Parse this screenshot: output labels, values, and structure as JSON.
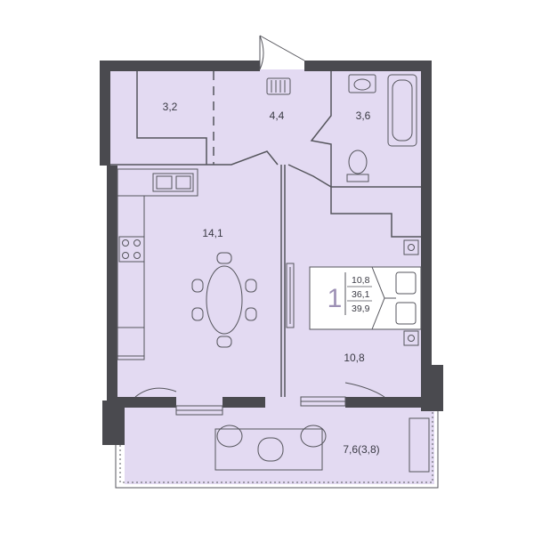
{
  "rooms": {
    "storage": "3,2",
    "hall": "4,4",
    "bathroom": "3,6",
    "kitchen_living": "14,1",
    "bedroom": "10,8",
    "loggia": "7,6(3,8)"
  },
  "summary": {
    "rooms_count": "1",
    "living_area": "10,8",
    "total_area": "36,1",
    "area_with_loggia": "39,9"
  },
  "colors": {
    "floor": "#e3daf2",
    "wall": "#4a4a4f",
    "line": "#55555c",
    "accent": "#9d90b5"
  }
}
